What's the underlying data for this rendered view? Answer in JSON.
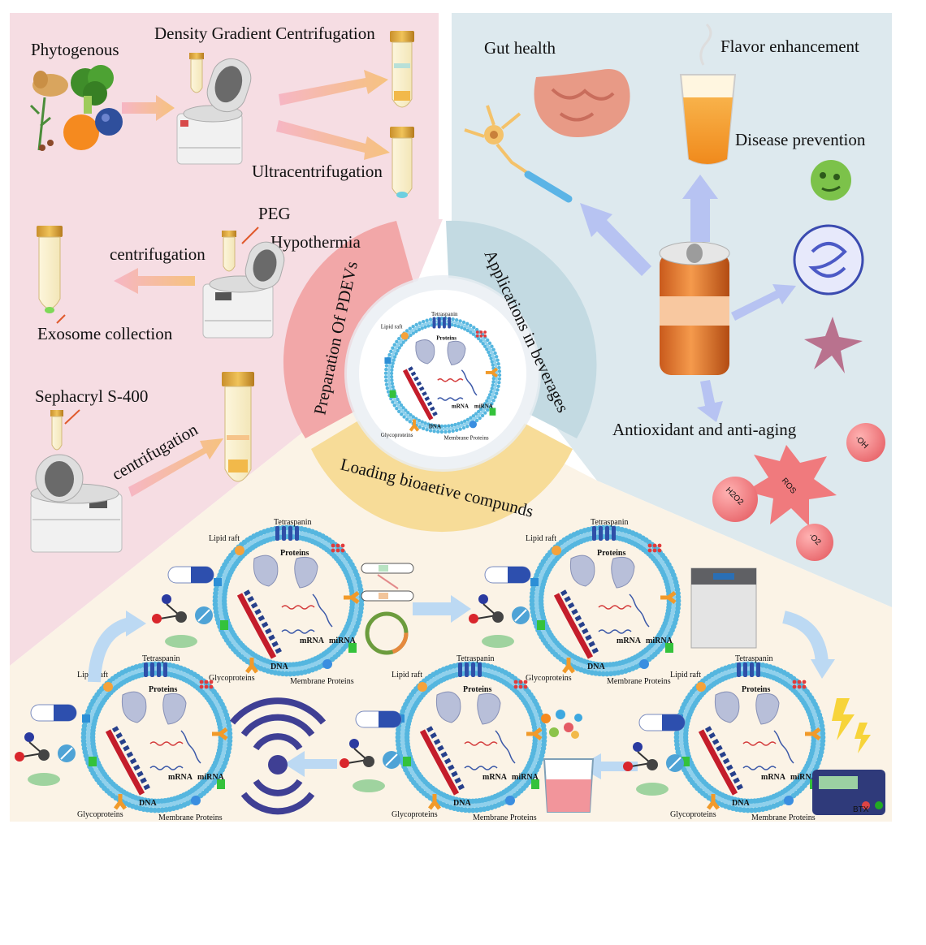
{
  "colors": {
    "panel_preparation": "#f6dde3",
    "panel_applications": "#dde9ee",
    "panel_loading": "#fbf3e6",
    "ring_preparation": "#f2a7a8",
    "ring_applications": "#c3dae2",
    "ring_loading": "#f7dc98",
    "arrow_orange": "#f6c27f",
    "arrow_blue": "#b7c3f2",
    "arrow_light_blue": "#bcd9f3"
  },
  "center": {
    "segments": {
      "preparation": "Preparation Of PDEVs",
      "applications": "Applications in beverages",
      "loading": "Loading bioaetive compunds"
    }
  },
  "preparation": {
    "phytogenous": "Phytogenous",
    "density_gradient": "Density Gradient Centrifugation",
    "ultracentrifugation": "Ultracentrifugation",
    "peg": "PEG",
    "hypothermia": "Hypothermia",
    "centrifugation_1": "centrifugation",
    "exosome_collection": "Exosome collection",
    "sephacryl": "Sephacryl S-400",
    "centrifugation_2": "centrifugation"
  },
  "applications": {
    "gut_health": "Gut health",
    "flavor": "Flavor enhancement",
    "disease": "Disease prevention",
    "antioxidant": "Antioxidant and anti-aging",
    "ros_label": "ROS",
    "oh_label": "·OH",
    "h2o2_label": "H2O2",
    "o2_label": "·O2"
  },
  "vesicle_labels": {
    "lipid_raft": "Lipid raft",
    "tetraspanin": "Tetraspanin",
    "proteins": "Proteins",
    "mrna": "mRNA",
    "mirna": "miRNA",
    "dna": "DNA",
    "glycoproteins": "Glycoproteins",
    "membrane_proteins": "Membrane Proteins"
  },
  "device_labels": {
    "electroporator_brand": "BTX"
  }
}
